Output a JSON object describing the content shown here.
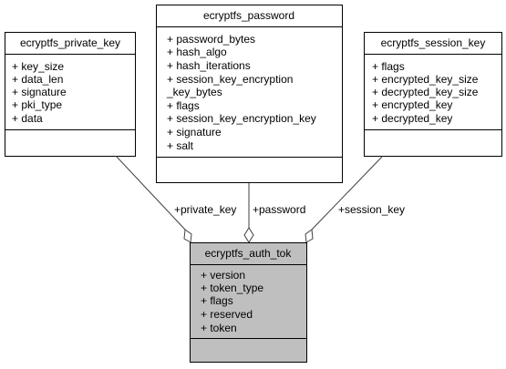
{
  "colors": {
    "box_fill": "#ffffff",
    "highlight_fill": "#bfbfbf",
    "border": "#000000",
    "edge": "#404040"
  },
  "boxes": {
    "private_key": {
      "title": "ecryptfs_private_key",
      "attrs": [
        "+ key_size",
        "+ data_len",
        "+ signature",
        "+ pki_type",
        "+ data"
      ]
    },
    "password": {
      "title": "ecryptfs_password",
      "attrs": [
        "+ password_bytes",
        "+ hash_algo",
        "+ hash_iterations",
        "+ session_key_encryption",
        "_key_bytes",
        "+ flags",
        "+ session_key_encryption_key",
        "+ signature",
        "+ salt"
      ]
    },
    "session_key": {
      "title": "ecryptfs_session_key",
      "attrs": [
        "+ flags",
        "+ encrypted_key_size",
        "+ decrypted_key_size",
        "+ encrypted_key",
        "+ decrypted_key"
      ]
    },
    "auth_tok": {
      "title": "ecryptfs_auth_tok",
      "attrs": [
        "+ version",
        "+ token_type",
        "+ flags",
        "+ reserved",
        "+ token"
      ]
    }
  },
  "edges": {
    "private_key": "+private_key",
    "password": "+password",
    "session_key": "+session_key"
  }
}
